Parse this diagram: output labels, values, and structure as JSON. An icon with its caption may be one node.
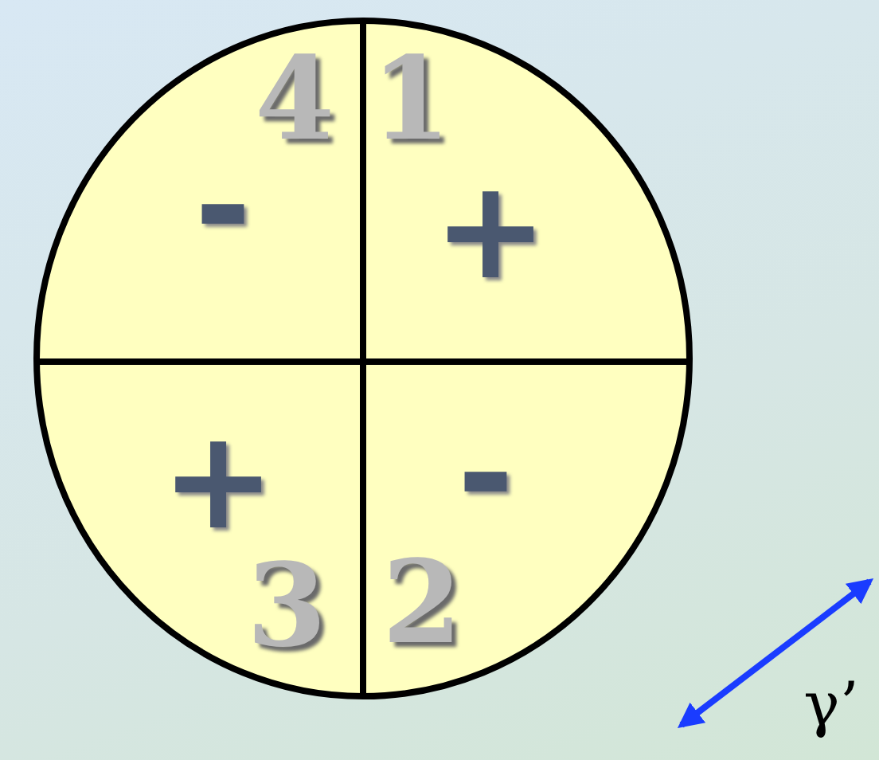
{
  "diagram": {
    "labels": [
      "4",
      "1",
      "-",
      "+",
      "+",
      "3",
      "2",
      "-",
      "γ’"
    ]
  }
}
